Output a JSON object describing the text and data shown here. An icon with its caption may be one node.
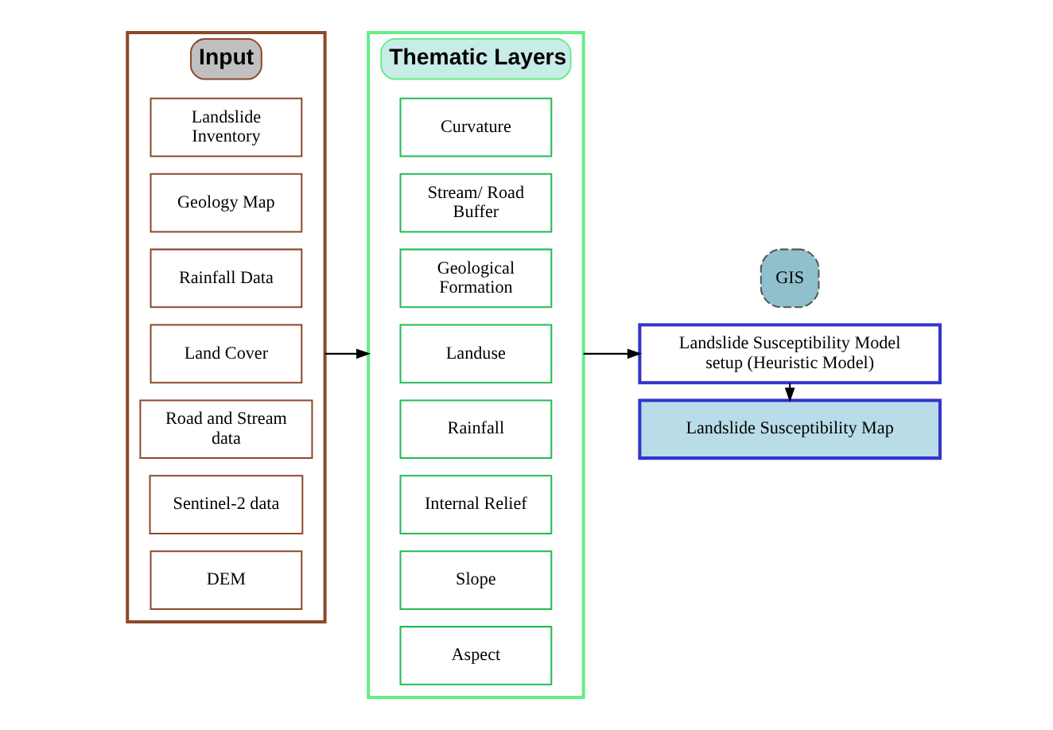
{
  "diagram": {
    "nodes": [
      {
        "text": [
          "Input"
        ]
      },
      {
        "text": [
          "DEM"
        ],
        "in": 0
      },
      {
        "text": [
          "Sentinel-2 data"
        ],
        "in": 0
      },
      {
        "text": [
          "Road and Stream data"
        ],
        "in": 0
      },
      {
        "text": [
          "Land Cover"
        ],
        "in": 0
      },
      {
        "text": [
          "Rainfall Data"
        ],
        "in": 0
      },
      {
        "text": [
          "Geology Map"
        ],
        "in": 0
      },
      {
        "text": [
          "Landslide Inventory"
        ],
        "in": 0
      },
      {
        "text": [
          "Thematic Layers"
        ]
      },
      {
        "text": [
          "Aspect"
        ],
        "in": 8
      },
      {
        "text": [
          "Slope"
        ],
        "in": 8
      },
      {
        "text": [
          "Internal Relief"
        ],
        "in": 8
      },
      {
        "text": [
          "Rainfall"
        ],
        "in": 8
      },
      {
        "text": [
          "Landuse"
        ],
        "in": 8
      },
      {
        "text": [
          "Geological Formation"
        ],
        "in": 8
      },
      {
        "text": [
          "Stream/ Road Buffer"
        ],
        "in": 8
      },
      {
        "text": [
          "Curvature"
        ],
        "in": 8
      },
      {
        "text": [
          "GIS"
        ]
      },
      {
        "text": [
          "Landslide Susceptibility Model setup (Heuristic Model)"
        ]
      },
      {
        "text": [
          "Landslide Susceptibility Map"
        ]
      }
    ],
    "edges": [
      {
        "from": 0,
        "to": 8,
        "arrow": "to"
      },
      {
        "from": 8,
        "to": 18,
        "arrow": "to"
      },
      {
        "from": 18,
        "to": 19,
        "arrow": "to"
      }
    ]
  }
}
